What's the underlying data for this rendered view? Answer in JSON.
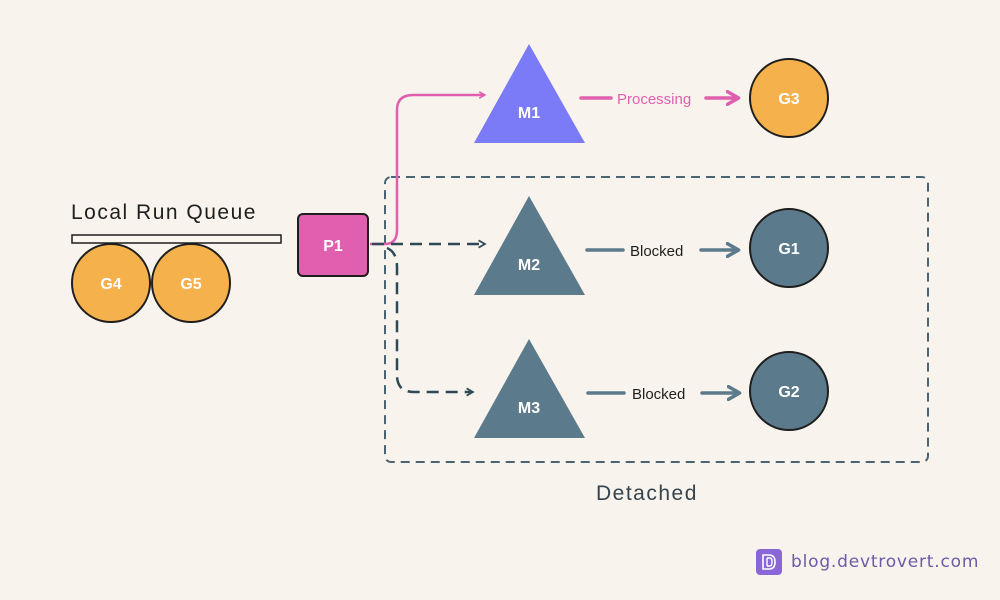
{
  "queue": {
    "title": "Local Run Queue",
    "goroutines": [
      "G4",
      "G5"
    ]
  },
  "processor": {
    "label": "P1"
  },
  "machines": [
    {
      "label": "M1",
      "action": "Processing",
      "goroutine": "G3"
    },
    {
      "label": "M2",
      "action": "Blocked",
      "goroutine": "G1"
    },
    {
      "label": "M3",
      "action": "Blocked",
      "goroutine": "G2"
    }
  ],
  "detached_label": "Detached",
  "brand": {
    "text": "blog.devtrovert.com",
    "icon": "devtrovert-logo-icon"
  },
  "colors": {
    "background": "#f8f3ec",
    "goroutine_active": "#f5b14b",
    "goroutine_blocked": "#5b7a8c",
    "processor": "#e05fae",
    "machine_active": "#7b7bf7",
    "machine_blocked": "#5b7a8c",
    "processing_arrow": "#e05fae",
    "blocked_arrow": "#5b7a8c",
    "detached_border": "#4a6474",
    "brand": "#8a67d8"
  }
}
